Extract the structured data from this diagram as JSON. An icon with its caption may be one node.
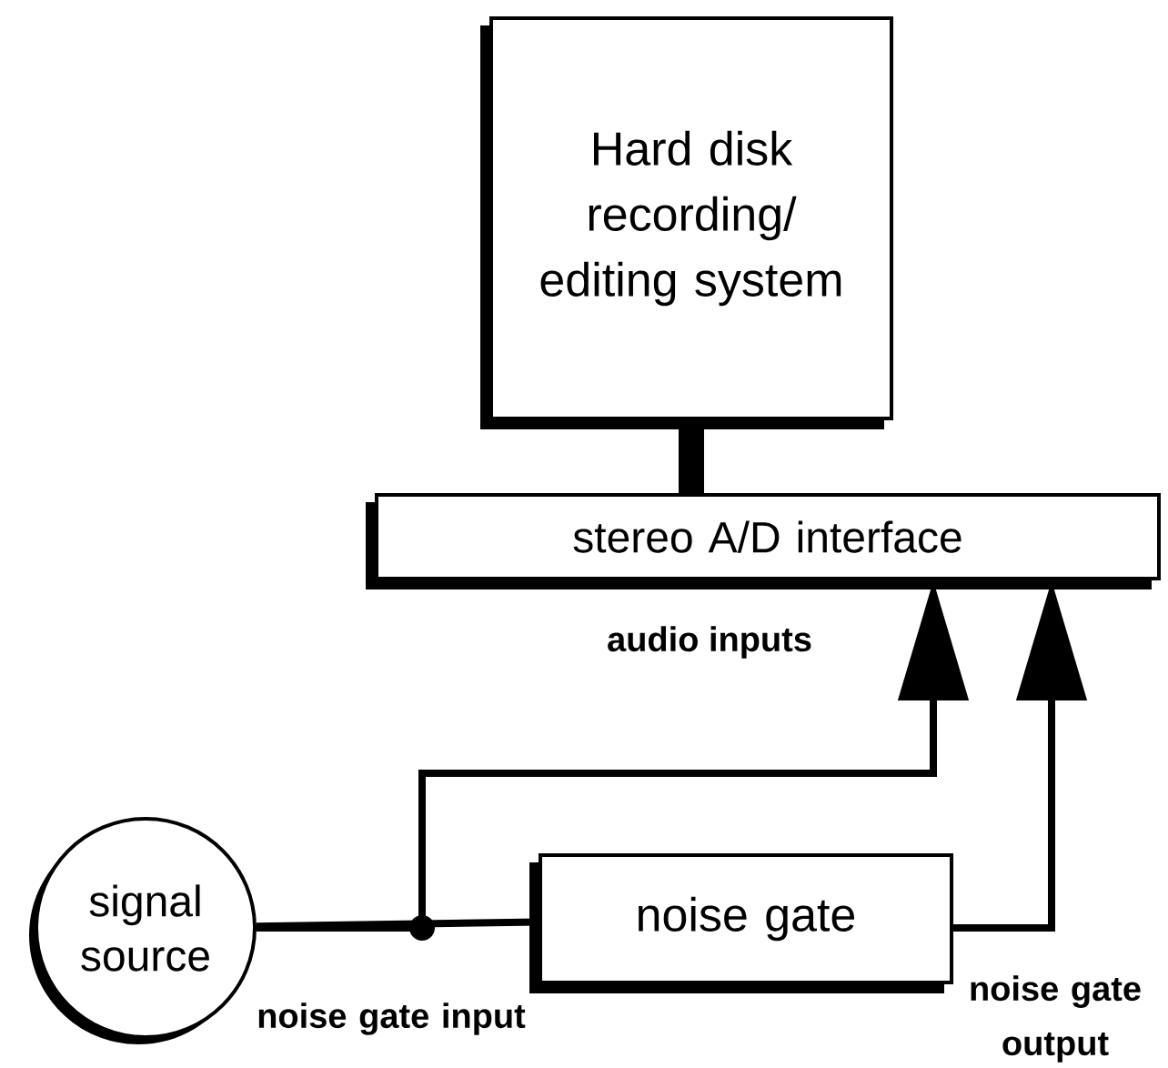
{
  "diagram": {
    "nodes": [
      {
        "text": [
          "Hard disk recording/ editing system"
        ]
      },
      {
        "text": [
          "stereo A/D interface"
        ]
      },
      {
        "text": [
          "signal source"
        ]
      },
      {
        "text": [
          "noise gate"
        ]
      }
    ],
    "edges": [
      {
        "from": 0,
        "to": 1,
        "arrow": "none",
        "style": "thick"
      },
      {
        "from": 2,
        "to": 1,
        "arrow": "to"
      },
      {
        "from": 2,
        "to": 3,
        "arrow": "none"
      },
      {
        "from": 3,
        "to": 1,
        "arrow": "to"
      }
    ],
    "labels": [
      "audio inputs",
      "noise gate input",
      "noise gate output"
    ]
  }
}
